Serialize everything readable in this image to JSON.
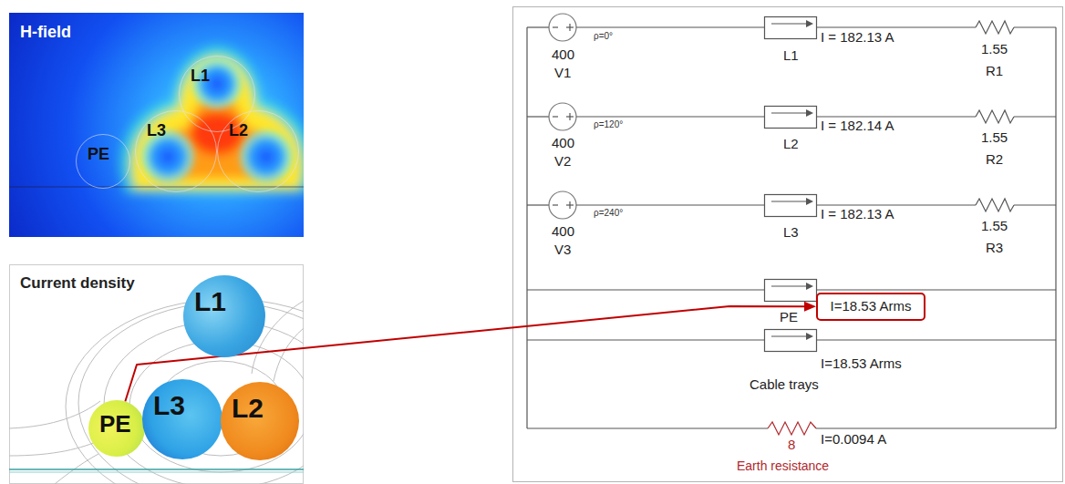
{
  "diagram": {
    "nodes": [
      {
        "text": [
          "H-field"
        ]
      },
      {
        "text": [
          "L1"
        ],
        "in": 0
      },
      {
        "text": [
          "PE"
        ],
        "in": 0
      },
      {
        "text": [
          "L3"
        ],
        "in": 0
      },
      {
        "text": [
          "L2"
        ],
        "in": 0
      },
      {
        "text": [
          "Current density"
        ]
      },
      {
        "text": [
          "L1"
        ],
        "in": 5
      },
      {
        "text": [
          "PE"
        ],
        "in": 5
      },
      {
        "text": [
          "L3"
        ],
        "in": 5
      },
      {
        "text": [
          "L2"
        ],
        "in": 5
      },
      {
        "text": [
          "I=18.53 Arms"
        ]
      }
    ],
    "edges": [
      {
        "from": 7,
        "to": 10,
        "arrow": "to"
      }
    ],
    "labels": [
      "ρ=0°",
      "400",
      "V1",
      "L1",
      "I = 182.13 A",
      "1.55",
      "R1",
      "ρ=120°",
      "400",
      "V2",
      "L2",
      "I = 182.14 A",
      "1.55",
      "R2",
      "ρ=240°",
      "400",
      "V3",
      "L3",
      "I = 182.13 A",
      "1.55",
      "R3",
      "PE",
      "I=18.53 Arms",
      "Cable trays",
      "8",
      "I=0.0094 A",
      "Earth resistance"
    ]
  }
}
